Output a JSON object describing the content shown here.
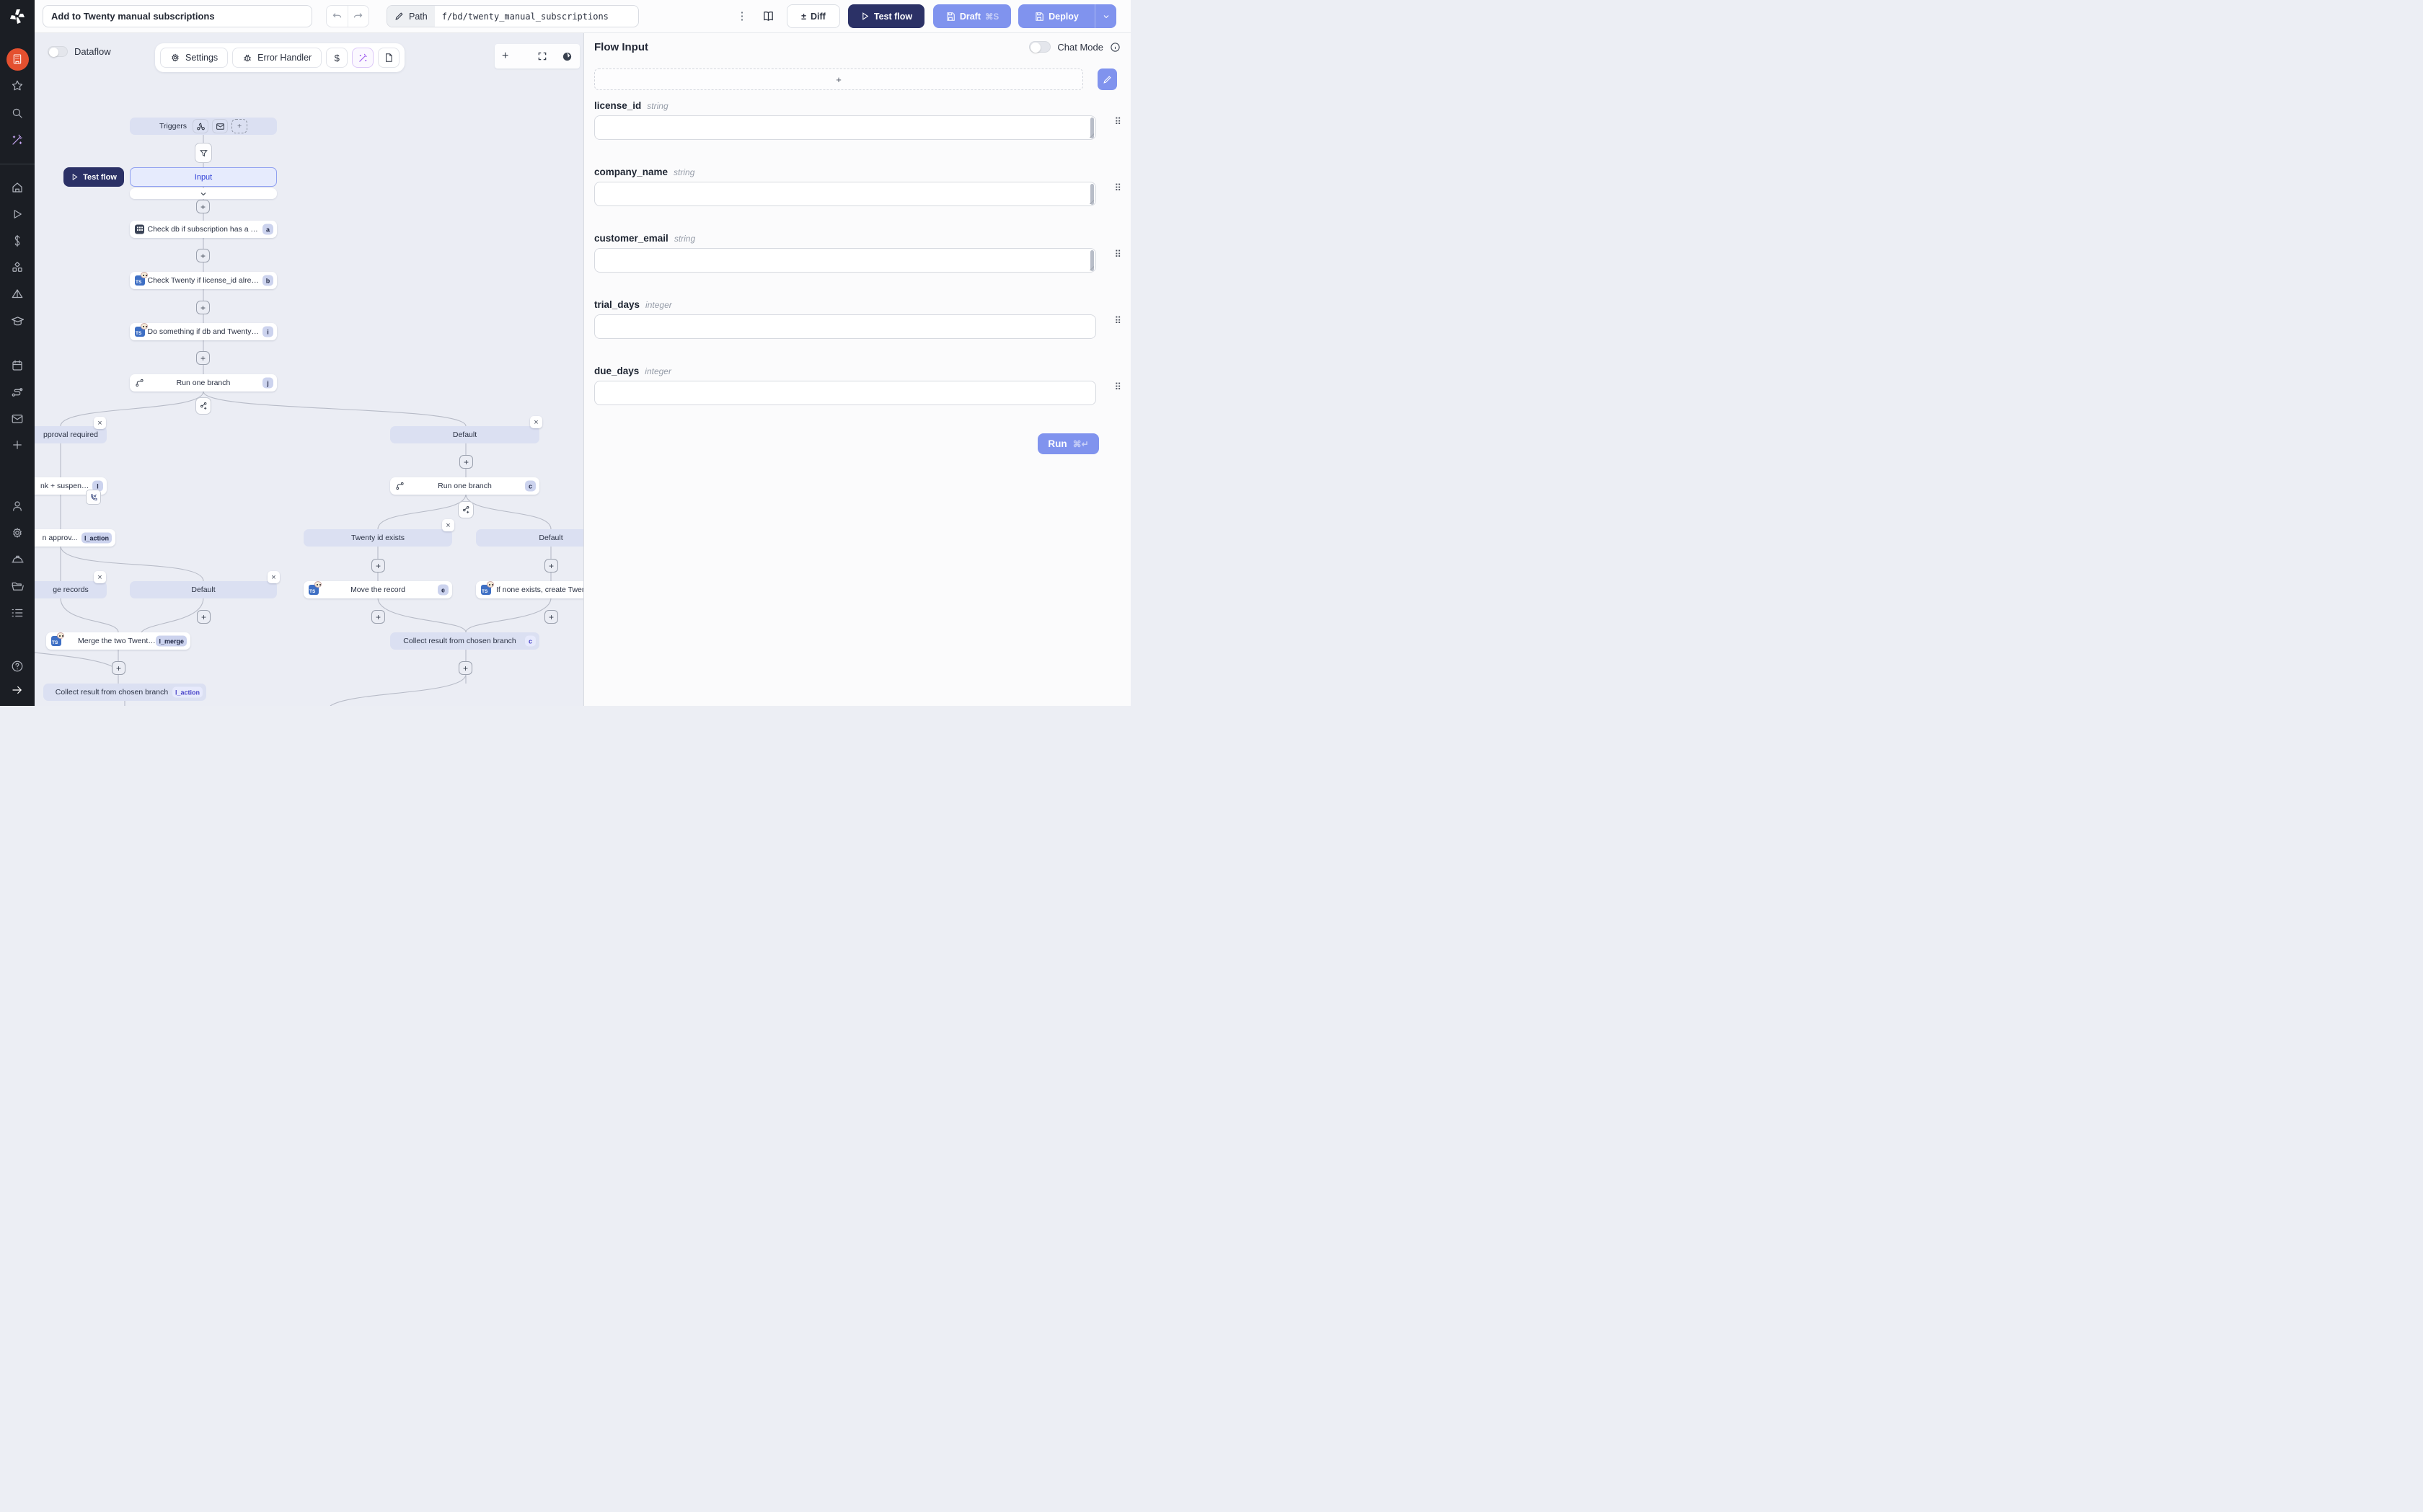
{
  "header": {
    "title": "Add to Twenty manual subscriptions",
    "path_label": "Path",
    "path_value": "f/bd/twenty_manual_subscriptions",
    "diff": "Diff",
    "test_flow": "Test flow",
    "draft": "Draft",
    "draft_shortcut": "⌘S",
    "deploy": "Deploy"
  },
  "canvas": {
    "dataflow": "Dataflow",
    "settings": "Settings",
    "error_handler": "Error Handler",
    "test_flow": "Test flow",
    "triggers": "Triggers",
    "input": "Input"
  },
  "flow": {
    "nodes": [
      {
        "label": "Check db if subscription has a Twenty...",
        "badge": "a"
      },
      {
        "label": "Check Twenty if license_id already ex...",
        "badge": "b"
      },
      {
        "label": "Do something if db and Twenty id are ...",
        "badge": "i"
      },
      {
        "label": "Run one branch",
        "badge": "j"
      },
      {
        "label": "pproval required"
      },
      {
        "label": "Default"
      },
      {
        "label": "nk + suspend fo...",
        "badge": "l"
      },
      {
        "label": "Run one branch",
        "badge": "c"
      },
      {
        "label": "Twenty id exists"
      },
      {
        "label": "Default"
      },
      {
        "label": "n approv...",
        "badge": "l_action"
      },
      {
        "label": "ge records"
      },
      {
        "label": "Default"
      },
      {
        "label": "Move the record",
        "badge": "e"
      },
      {
        "label": "If none exists, create Twenty re..."
      },
      {
        "label": "Merge the two Twenty r...",
        "badge": "l_merge"
      },
      {
        "label": "Collect result from chosen branch",
        "badge": "c"
      },
      {
        "label": "Collect result from chosen branch",
        "badge": "l_action"
      }
    ]
  },
  "panel": {
    "title": "Flow Input",
    "chat_mode": "Chat Mode",
    "run": "Run",
    "run_shortcut": "⌘↵",
    "fields": [
      {
        "name": "license_id",
        "type": "string"
      },
      {
        "name": "company_name",
        "type": "string"
      },
      {
        "name": "customer_email",
        "type": "string"
      },
      {
        "name": "trial_days",
        "type": "integer"
      },
      {
        "name": "due_days",
        "type": "integer"
      }
    ]
  },
  "glyphs": {
    "plus": "+",
    "close": "×",
    "kebab": "⋮",
    "drag": "⠿",
    "plusminus": "±",
    "gear": "⚙",
    "dollar": "$"
  },
  "sidebar": {
    "icons": [
      "windmill-logo",
      "workspace",
      "favorites",
      "search",
      "ai-wand",
      "home",
      "runs",
      "variables",
      "resources",
      "triggers",
      "learn",
      "schedules",
      "routes",
      "mail",
      "add",
      "user",
      "settings",
      "workers",
      "folders",
      "logs",
      "help",
      "expand"
    ]
  },
  "colors": {
    "accent": "#8093ee",
    "navy": "#2b3166",
    "sidebar_accent": "#e4502f",
    "canvas_bg": "#ebedf4"
  }
}
